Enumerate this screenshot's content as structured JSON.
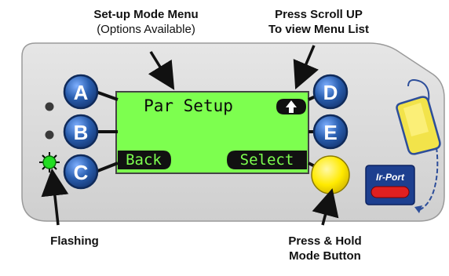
{
  "callouts": {
    "setup_menu_title": "Set-up Mode Menu",
    "setup_menu_sub": "(Options Available)",
    "scroll_line1": "Press Scroll UP",
    "scroll_line2": "To view Menu List",
    "flashing": "Flashing",
    "hold_line1": "Press & Hold",
    "hold_line2": "Mode Button"
  },
  "lcd": {
    "title": "Par Setup",
    "left_softkey": "Back",
    "right_softkey": "Select",
    "up_indicator_icon": "up-arrow-icon"
  },
  "buttons": {
    "a": "A",
    "b": "B",
    "c": "C",
    "d": "D",
    "e": "E"
  },
  "irport": {
    "label": "Ir-Port"
  },
  "colors": {
    "panel": "#dcdcdc",
    "lcd": "#7dff4f",
    "button_blue": "#2a5fb0",
    "mode_button": "#ffea00",
    "led_on": "#22dd22",
    "irport_red": "#e02020"
  }
}
